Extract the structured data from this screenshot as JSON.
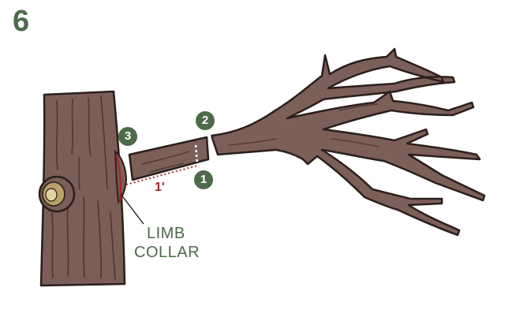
{
  "figure": {
    "step_number": "6",
    "markers": [
      "1",
      "2",
      "3"
    ],
    "distance_label": "1'",
    "callout": {
      "line1": "LIMB",
      "line2": "COLLAR"
    }
  },
  "colors": {
    "bark": "#7a5e57",
    "bark_outline": "#2b1f1c",
    "bark_grain": "#4a3833",
    "branch": "#7b5f58",
    "knot_ring": "#b8a16a",
    "knot_center": "#e2d3a2",
    "marker_fill": "#4d6a4a",
    "text_green": "#4d6a4a",
    "collar_red": "#a52a2a",
    "white": "#ffffff"
  },
  "icons": {
    "trunk": "tree-trunk-illustration",
    "limb": "cut-limb-illustration",
    "branch": "branch-crown-illustration"
  }
}
